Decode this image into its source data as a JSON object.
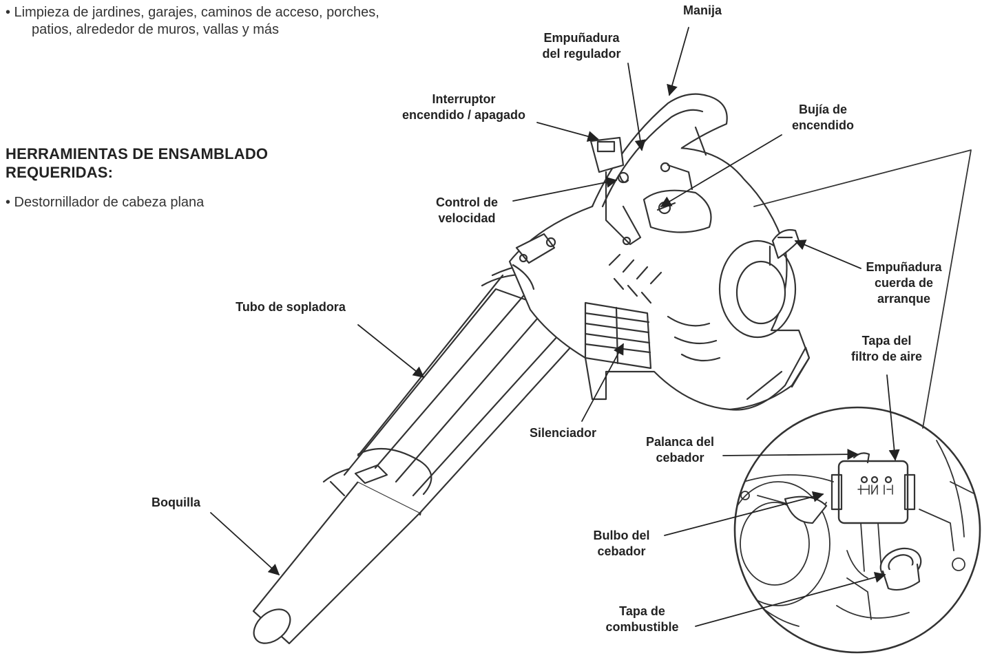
{
  "intro": {
    "bullet_line1": "• Limpieza de jardines, garajes, caminos de acceso, porches,",
    "bullet_line2": "patios, alrededor de muros, vallas y más"
  },
  "tools": {
    "heading_line1": "HERRAMIENTAS DE ENSAMBLADO",
    "heading_line2": "REQUERIDAS:",
    "item": "• Destornillador de cabeza plana"
  },
  "labels": {
    "manija": [
      "Manija"
    ],
    "empunadura_regulador": [
      "Empuñadura",
      "del regulador"
    ],
    "interruptor": [
      "Interruptor",
      "encendido / apagado"
    ],
    "bujia": [
      "Bujía de",
      "encendido"
    ],
    "control_velocidad": [
      "Control de",
      "velocidad"
    ],
    "empunadura_cuerda": [
      "Empuñadura",
      "cuerda de",
      "arranque"
    ],
    "tubo": [
      "Tubo de sopladora"
    ],
    "tapa_filtro": [
      "Tapa del",
      "filtro de aire"
    ],
    "silenciador": [
      "Silenciador"
    ],
    "palanca_cebador": [
      "Palanca del",
      "cebador"
    ],
    "boquilla": [
      "Boquilla"
    ],
    "bulbo_cebador": [
      "Bulbo del",
      "cebador"
    ],
    "tapa_combustible": [
      "Tapa de",
      "combustible"
    ]
  },
  "colors": {
    "ink": "#222222",
    "line": "#333333",
    "body": "#ffffff"
  }
}
